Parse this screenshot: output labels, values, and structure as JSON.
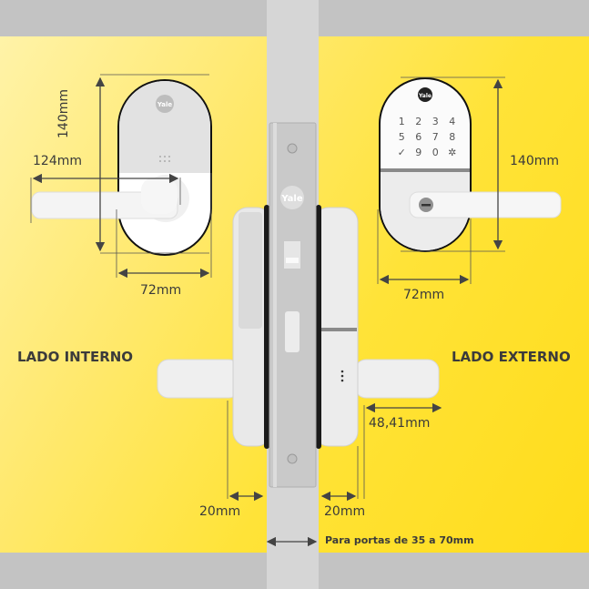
{
  "diagram": {
    "type": "product-dimensions",
    "brand": "Yale",
    "sides": {
      "internal": "LADO INTERNO",
      "external": "LADO EXTERNO"
    },
    "internal_unit": {
      "height": "140mm",
      "lever_length": "124mm",
      "width": "72mm",
      "logo": "Yale"
    },
    "external_unit": {
      "height": "140mm",
      "width": "72mm",
      "logo": "Yale",
      "keypad": [
        "1",
        "2",
        "3",
        "4",
        "5",
        "6",
        "7",
        "8",
        "✓",
        "9",
        "0",
        "✲"
      ]
    },
    "assembly": {
      "lever_projection": "48,41mm",
      "left_offset": "20mm",
      "right_offset": "20mm",
      "door_note": "Para portas de 35 a 70mm",
      "mortise_logo": "Yale"
    },
    "colors": {
      "background_yellow": "#ffe338",
      "gray_band": "#c3c3c3",
      "door": "#d6d6d6",
      "text": "#3a3a3a"
    }
  }
}
